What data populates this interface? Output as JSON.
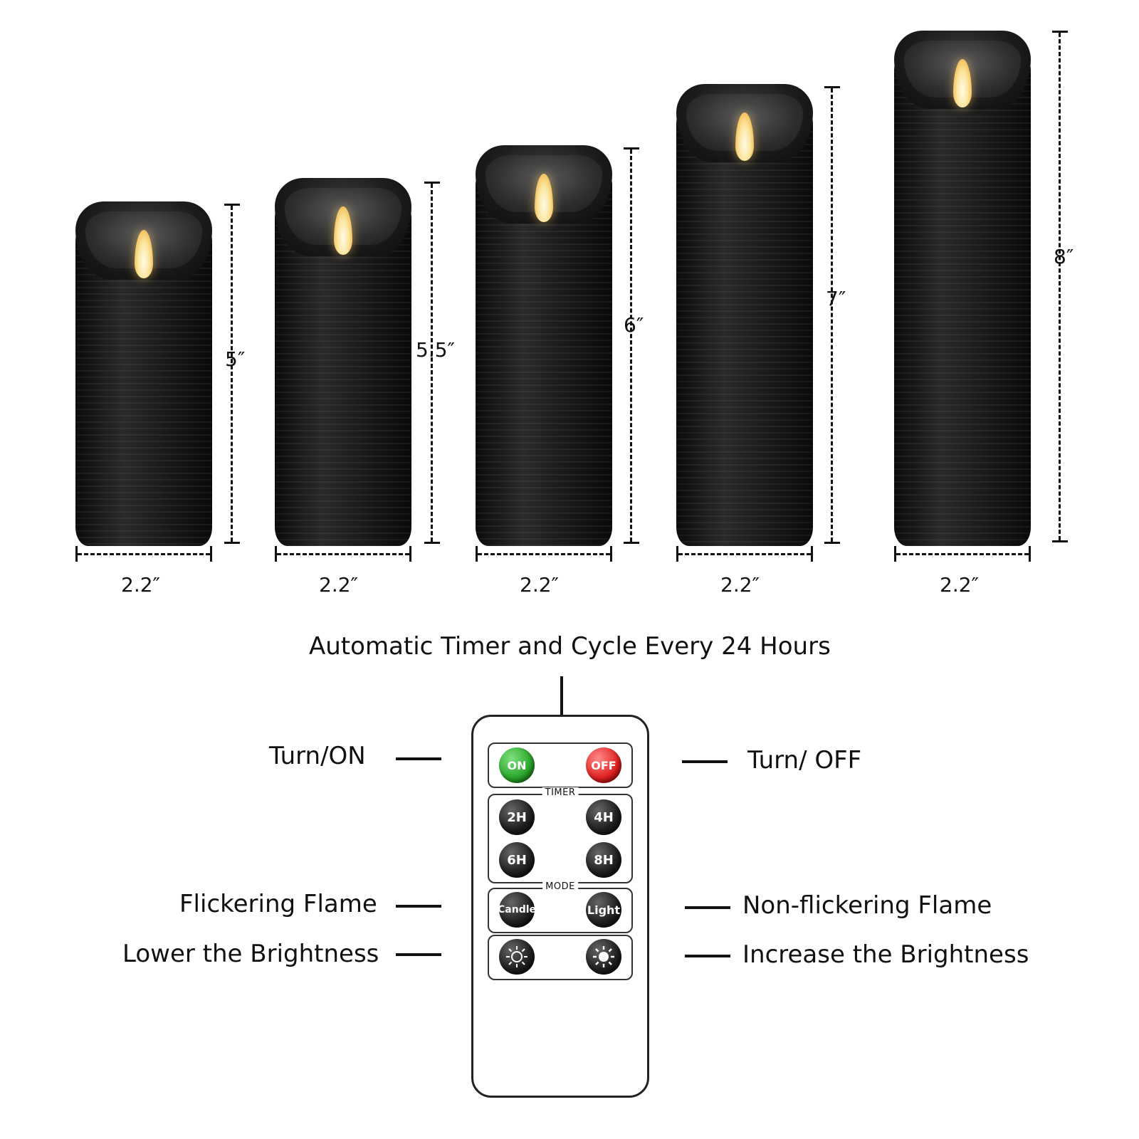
{
  "candles": [
    {
      "height_label": "5″",
      "width_label": "2.2″"
    },
    {
      "height_label": "5.5″",
      "width_label": "2.2″"
    },
    {
      "height_label": "6″",
      "width_label": "2.2″"
    },
    {
      "height_label": "7″",
      "width_label": "2.2″"
    },
    {
      "height_label": "8″",
      "width_label": "2.2″"
    }
  ],
  "timer_caption": "Automatic Timer and Cycle Every 24 Hours",
  "left_labels": {
    "on": "Turn/ON",
    "flicker": "Flickering Flame",
    "lower": "Lower the Brightness"
  },
  "right_labels": {
    "off": "Turn/ OFF",
    "nonflicker": "Non-flickering Flame",
    "increase": "Increase the Brightness"
  },
  "remote": {
    "on": "ON",
    "off": "OFF",
    "timer_group": "TIMER",
    "h2": "2H",
    "h4": "4H",
    "h6": "6H",
    "h8": "8H",
    "mode_group": "MODE",
    "candle": "Candle",
    "light": "Light"
  }
}
